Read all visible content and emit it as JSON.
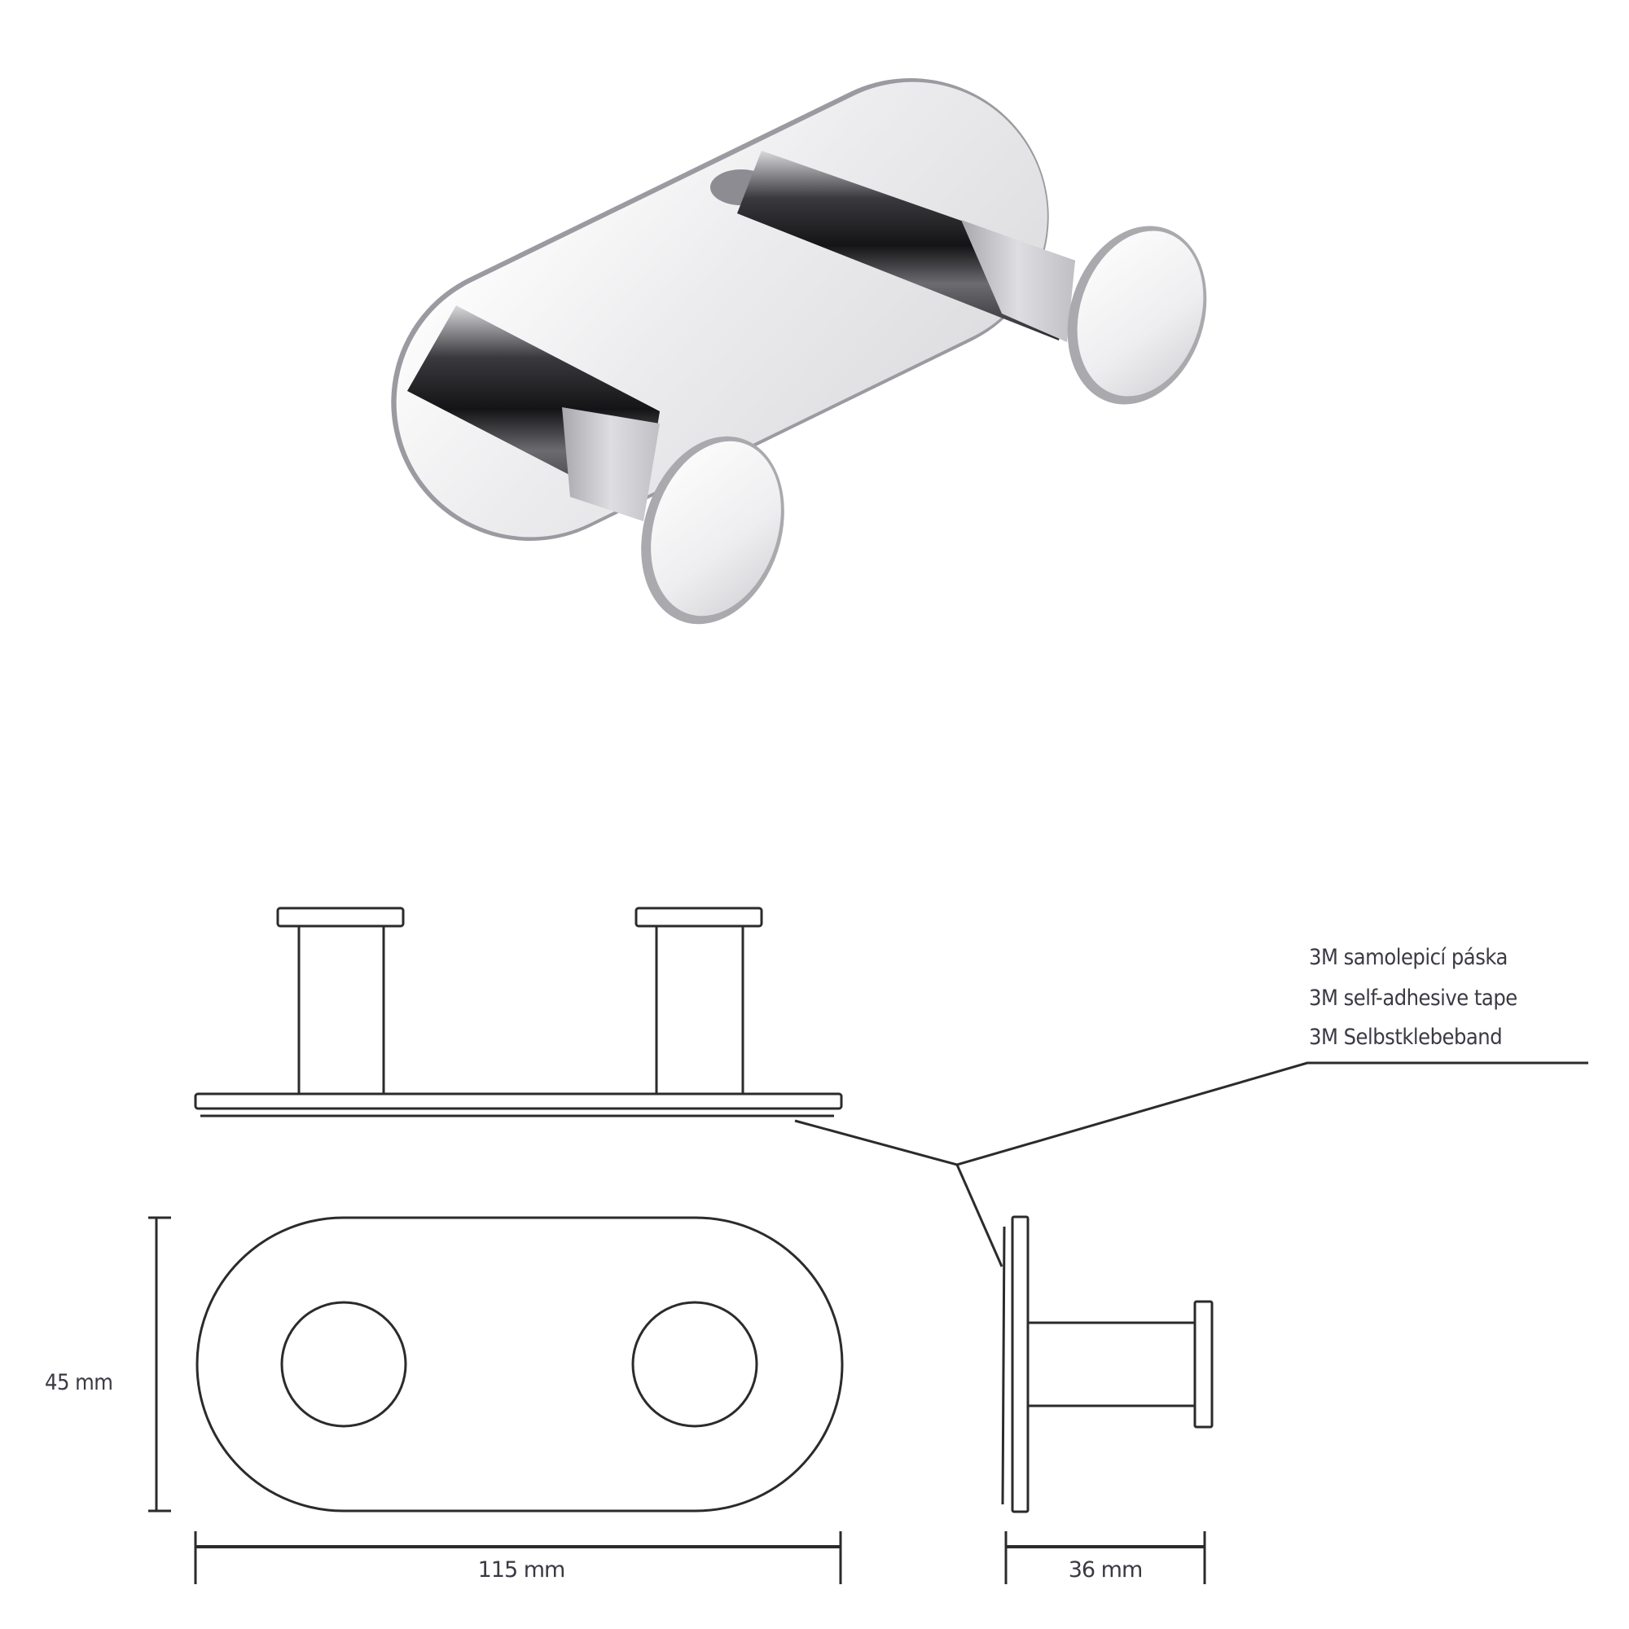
{
  "product_photo": {
    "description": "Chrome double hook on oval wall plate",
    "colors": {
      "chrome_light": "#f2f2f4",
      "chrome_mid": "#c8c8cc",
      "chrome_dark": "#2a2a2e",
      "plate_edge": "#9a9aa0"
    }
  },
  "drawing": {
    "line_color": "#2b2b2b",
    "tape_callout": {
      "lines": [
        "3M samolepicí páska",
        "3M self-adhesive tape",
        "3M Selbstklebeband"
      ]
    },
    "dimensions": {
      "height": "45 mm",
      "width": "115 mm",
      "depth": "36 mm"
    },
    "views": [
      "front-elevation",
      "plan-view",
      "side-view"
    ]
  }
}
